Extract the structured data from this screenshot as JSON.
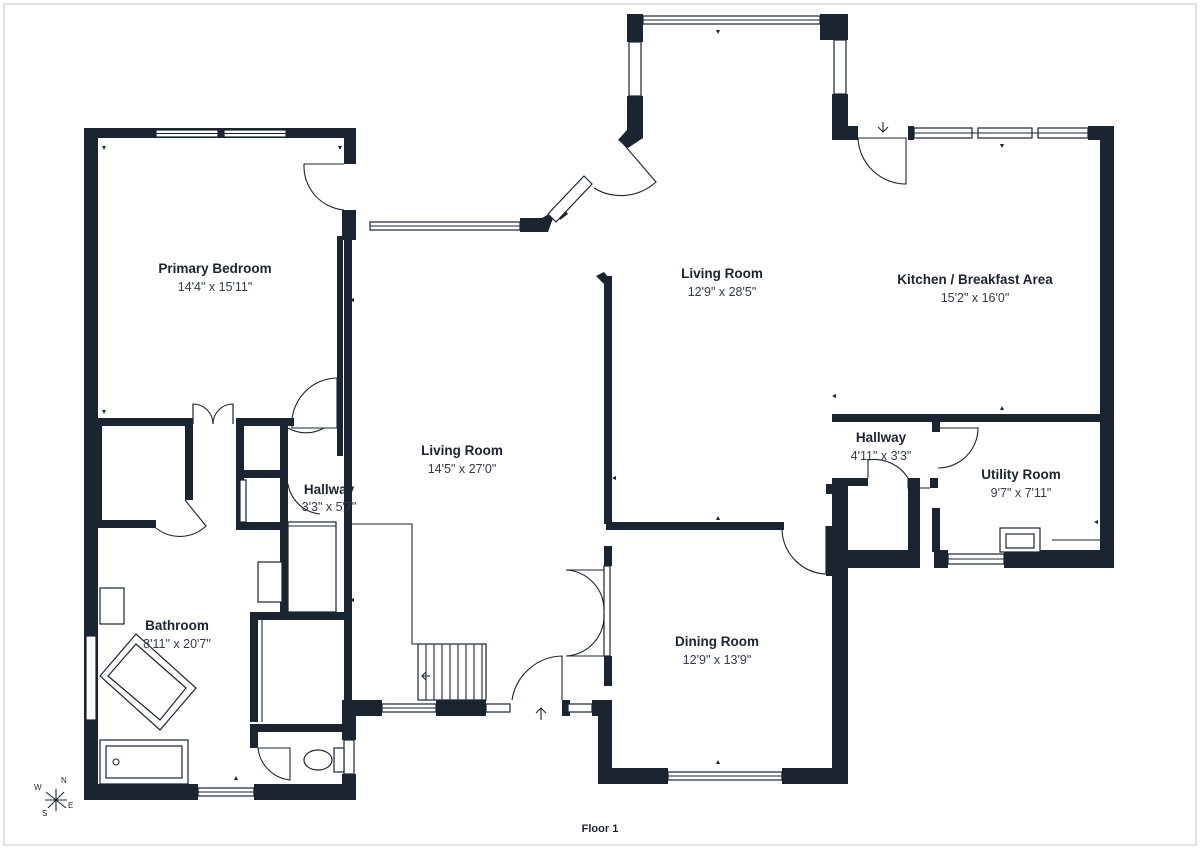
{
  "floor_label": "Floor 1",
  "compass": {
    "n": "N",
    "s": "S",
    "e": "E",
    "w": "W"
  },
  "rooms": [
    {
      "id": "primary-bedroom",
      "name": "Primary Bedroom",
      "dims": "14'4\" x 15'11\""
    },
    {
      "id": "living-room-west",
      "name": "Living Room",
      "dims": "14'5\" x 27'0\""
    },
    {
      "id": "living-room-center",
      "name": "Living Room",
      "dims": "12'9\" x 28'5\""
    },
    {
      "id": "kitchen",
      "name": "Kitchen / Breakfast Area",
      "dims": "15'2\" x 16'0\""
    },
    {
      "id": "hallway-west",
      "name": "Hallway",
      "dims": "3'3\" x 5'7\""
    },
    {
      "id": "hallway-east",
      "name": "Hallway",
      "dims": "4'11\" x 3'3\""
    },
    {
      "id": "utility-room",
      "name": "Utility Room",
      "dims": "9'7\" x 7'11\""
    },
    {
      "id": "bathroom",
      "name": "Bathroom",
      "dims": "8'11\" x 20'7\""
    },
    {
      "id": "dining-room",
      "name": "Dining Room",
      "dims": "12'9\" x 13'9\""
    }
  ],
  "colors": {
    "wall": "#1b2431",
    "background": "#ffffff",
    "frame": "#c9c9c9"
  }
}
